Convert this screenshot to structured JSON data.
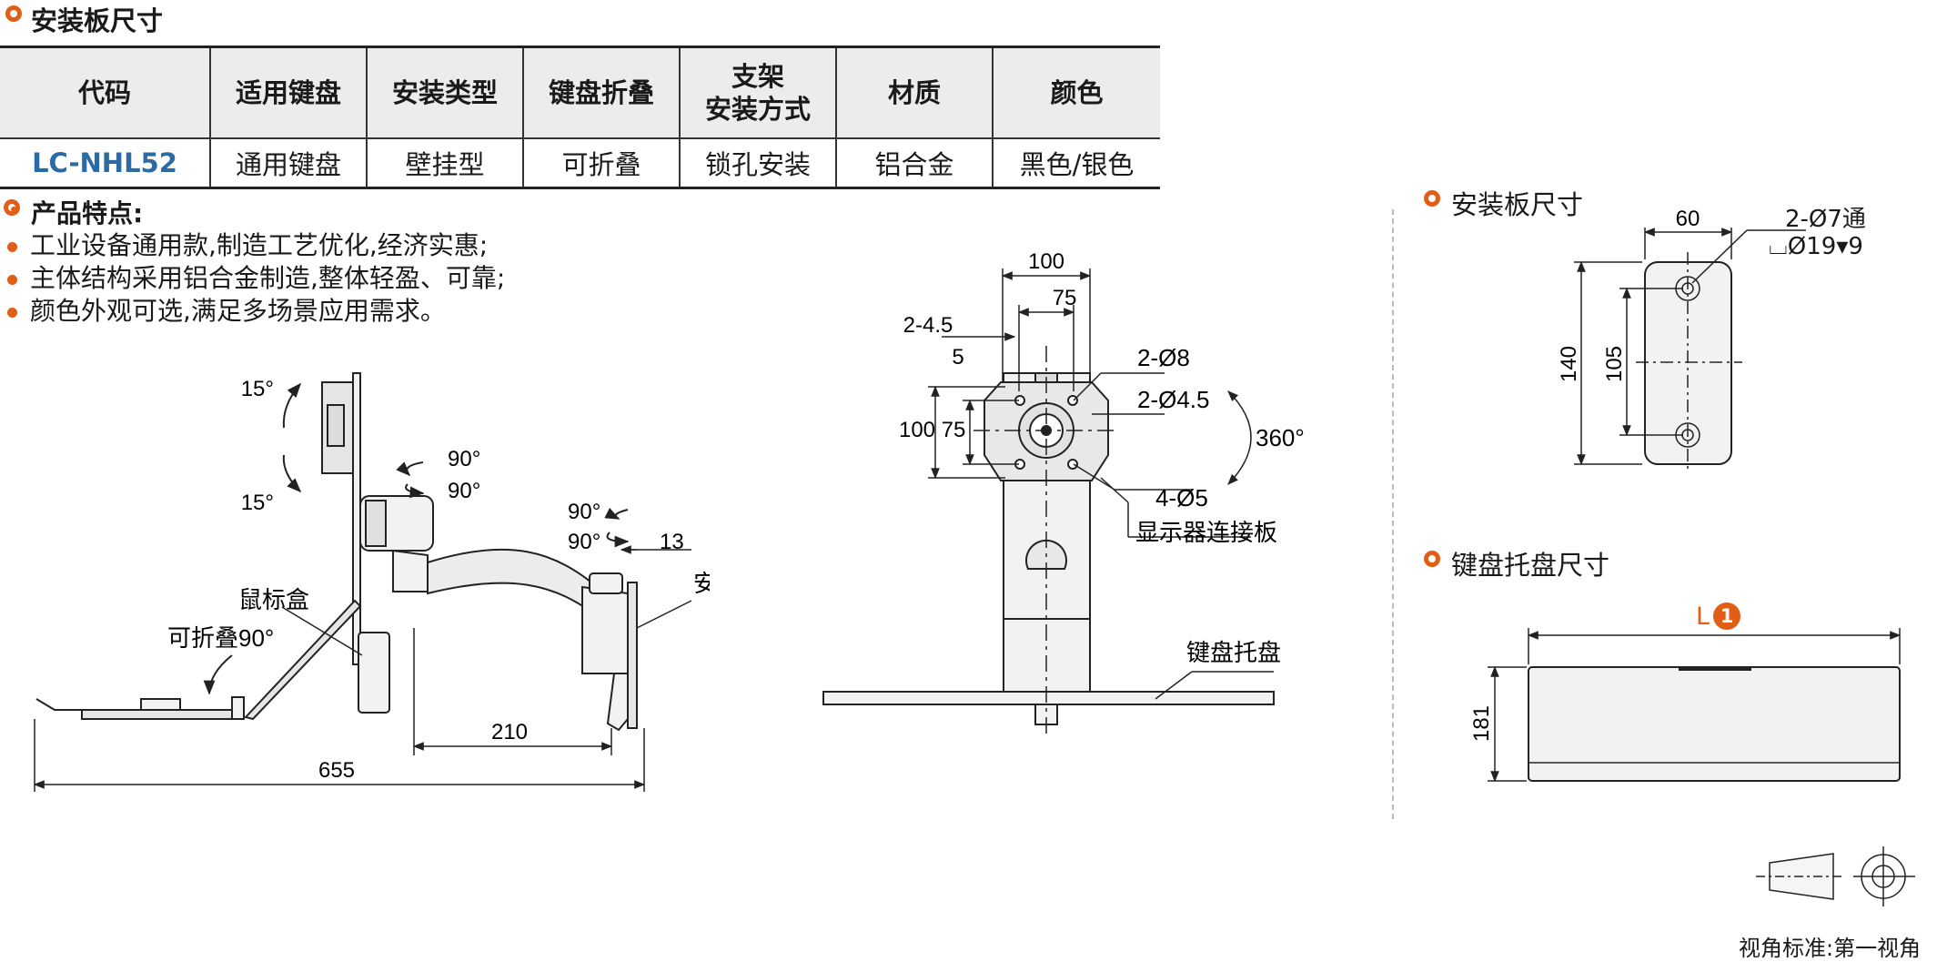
{
  "header": {
    "title": "安装板尺寸"
  },
  "table": {
    "columns": [
      "代码",
      "适用键盘",
      "安装类型",
      "键盘折叠",
      "支架\n安装方式",
      "材质",
      "颜色"
    ],
    "rows": [
      [
        "LC-NHL52",
        "通用键盘",
        "壁挂型",
        "可折叠",
        "锁孔安装",
        "铝合金",
        "黑色/银色"
      ]
    ]
  },
  "features": {
    "title": "产品特点:",
    "items": [
      "工业设备通用款,制造工艺优化,经济实惠;",
      "主体结构采用铝合金制造,整体轻盈、可靠;",
      "颜色外观可选,满足多场景应用需求。"
    ]
  },
  "side_view": {
    "angle_top": "15°",
    "angle_bottom": "15°",
    "rot1": "90°",
    "rot2": "90°",
    "rot3": "90°",
    "rot4": "90°",
    "mouse_box": "鼠标盒",
    "foldable": "可折叠90°",
    "mount_plate": "安装板",
    "dim_13": "13",
    "dim_210": "210",
    "dim_655": "655"
  },
  "front_view": {
    "dim_100_top": "100",
    "dim_75_top": "75",
    "dim_2_4_5": "2-4.5",
    "dim_5": "5",
    "dim_100_left": "100",
    "dim_75_left": "75",
    "hole_2_8": "2-Ø8",
    "hole_2_4_5": "2-Ø4.5",
    "rot_360": "360°",
    "hole_4_5": "4-Ø5",
    "monitor_connector": "显示器连接板",
    "keyboard_tray": "键盘托盘"
  },
  "plate_dims": {
    "title": "安装板尺寸",
    "width": "60",
    "hole_callout": "2-Ø7通",
    "counterbore": "⌴Ø19▾9",
    "height": "140",
    "pitch": "105"
  },
  "tray_dims": {
    "title": "键盘托盘尺寸",
    "length_label": "L",
    "note_number": "1",
    "height": "181"
  },
  "projection": {
    "label": "视角标准:第一视角"
  },
  "colors": {
    "accent": "#e25d16",
    "code_blue": "#2d6aa3"
  }
}
